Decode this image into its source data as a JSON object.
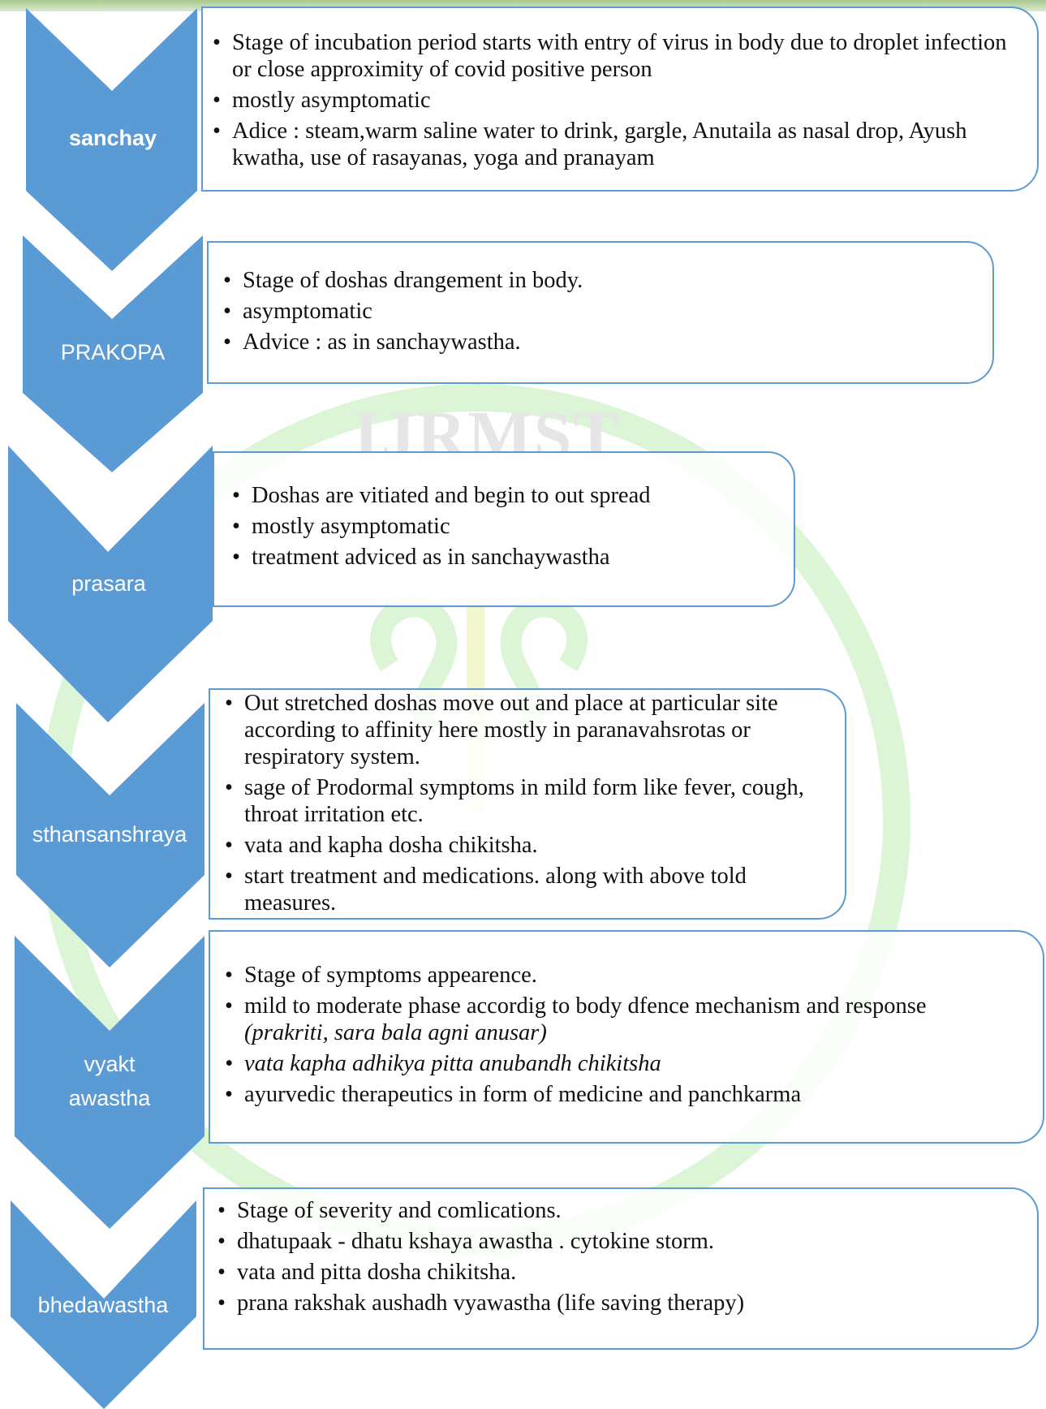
{
  "watermark": "IJRMST",
  "colors": {
    "chevron_fill": "#5b9bd5",
    "box_border": "#5b9bd5",
    "top_bar": "#a9c98f",
    "watermark_green": "#c9efc0"
  },
  "stages": [
    {
      "label": "sanchay",
      "bullets": [
        {
          "text": "Stage of incubation period starts with entry of virus in body due to droplet infection or close approximity of covid positive person"
        },
        {
          "text": "mostly asymptomatic"
        },
        {
          "text": "Adice :  steam,warm saline water to drink, gargle, Anutaila as nasal drop, Ayush kwatha, use of rasayanas, yoga and pranayam"
        }
      ]
    },
    {
      "label": "PRAKOPA",
      "bullets": [
        {
          "text": "Stage of doshas drangement in body."
        },
        {
          "text": " asymptomatic"
        },
        {
          "text": "Advice : as in sanchaywastha."
        }
      ]
    },
    {
      "label": "prasara",
      "bullets": [
        {
          "text": "Doshas are vitiated and begin to out spread"
        },
        {
          "text": "mostly asymptomatic"
        },
        {
          "text": "treatment adviced as in sanchaywastha"
        }
      ]
    },
    {
      "label": "sthansanshraya",
      "bullets": [
        {
          "text": "Out stretched doshas move out and  place at particular site according to affinity  here mostly in paranavahsrotas or respiratory system."
        },
        {
          "text": "sage of Prodormal symptoms in mild form like  fever, cough, throat irritation  etc."
        },
        {
          "text": "vata and kapha dosha chikitsha."
        },
        {
          "text": " start treatment and medications. along with above told measures."
        }
      ]
    },
    {
      "label": "vyakt awastha",
      "bullets": [
        {
          "text": "Stage of symptoms appearence."
        },
        {
          "text": "mild to moderate phase accordig to body dfence mechanism and response",
          "extra": "(prakriti, sara bala agni anusar)"
        },
        {
          "text": "vata kapha adhikya pitta anubandh chikitsha",
          "italic": true
        },
        {
          "text": "ayurvedic therapeutics in form of medicine and panchkarma"
        }
      ]
    },
    {
      "label": "bhedawastha",
      "bullets": [
        {
          "text": "Stage of severity and comlications."
        },
        {
          "text": "dhatupaak - dhatu kshaya awastha . cytokine storm."
        },
        {
          "text": "vata and pitta dosha chikitsha."
        },
        {
          "text": "prana rakshak aushadh vyawastha (life  saving therapy)"
        }
      ]
    }
  ]
}
